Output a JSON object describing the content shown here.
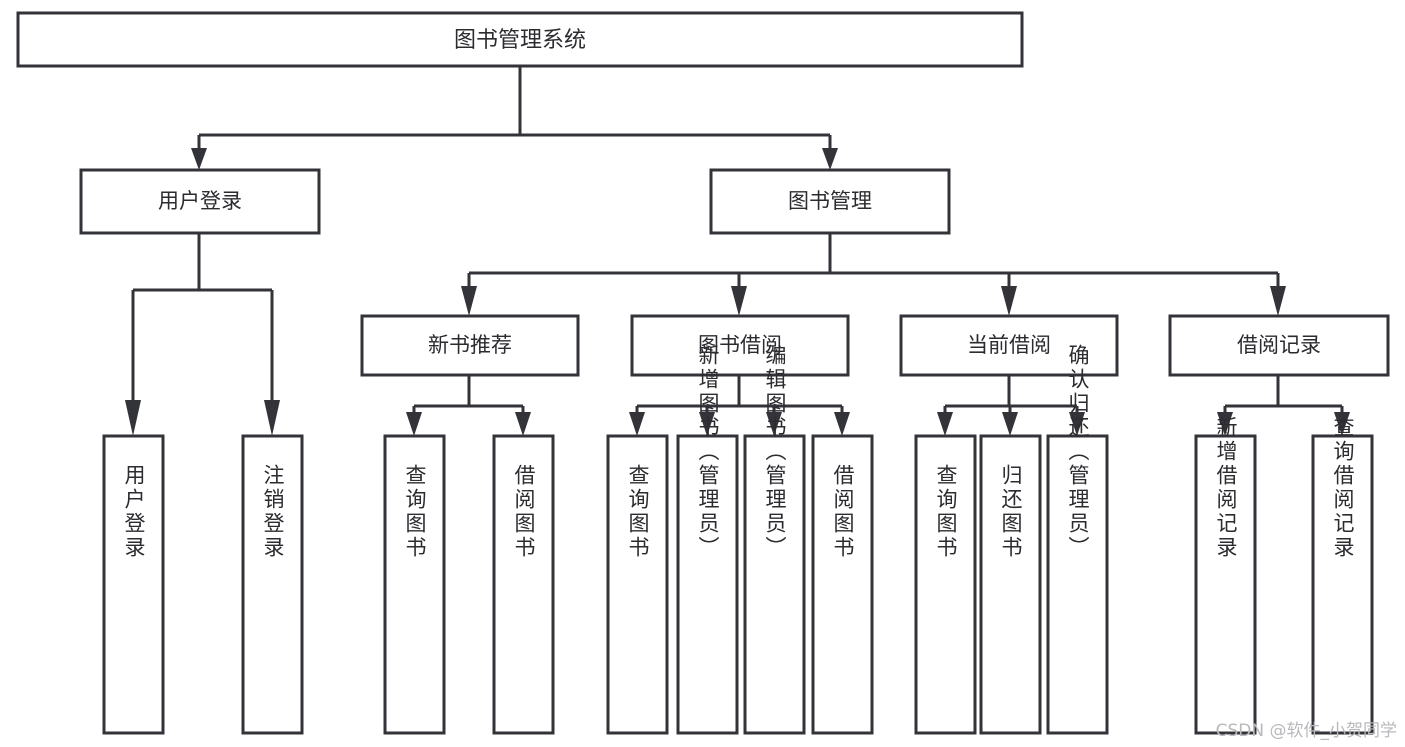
{
  "diagram": {
    "type": "tree-hierarchy",
    "title": "图书管理系统",
    "root": {
      "id": "root",
      "label": "图书管理系统",
      "orientation": "horizontal"
    },
    "level2": [
      {
        "id": "user-login",
        "label": "用户登录",
        "orientation": "horizontal"
      },
      {
        "id": "book-management",
        "label": "图书管理",
        "orientation": "horizontal"
      }
    ],
    "level3": [
      {
        "id": "new-book-recommend",
        "label": "新书推荐",
        "orientation": "horizontal",
        "parent": "book-management"
      },
      {
        "id": "book-borrow",
        "label": "图书借阅",
        "orientation": "horizontal",
        "parent": "book-management"
      },
      {
        "id": "current-borrow",
        "label": "当前借阅",
        "orientation": "horizontal",
        "parent": "book-management"
      },
      {
        "id": "borrow-record",
        "label": "借阅记录",
        "orientation": "horizontal",
        "parent": "book-management"
      }
    ],
    "leaves": [
      {
        "id": "leaf-user-login",
        "label": "用户登录",
        "orientation": "vertical",
        "parent": "user-login"
      },
      {
        "id": "leaf-user-logout",
        "label": "注销登录",
        "orientation": "vertical",
        "parent": "user-login"
      },
      {
        "id": "leaf-query-book-1",
        "label": "查询图书",
        "orientation": "vertical",
        "parent": "new-book-recommend"
      },
      {
        "id": "leaf-borrow-book-1",
        "label": "借阅图书",
        "orientation": "vertical",
        "parent": "new-book-recommend"
      },
      {
        "id": "leaf-query-book-2",
        "label": "查询图书",
        "orientation": "vertical",
        "parent": "book-borrow"
      },
      {
        "id": "leaf-add-book",
        "label": "新增图书（管理员）",
        "orientation": "vertical",
        "parent": "book-borrow"
      },
      {
        "id": "leaf-edit-book",
        "label": "编辑图书（管理员）",
        "orientation": "vertical",
        "parent": "book-borrow"
      },
      {
        "id": "leaf-borrow-book-2",
        "label": "借阅图书",
        "orientation": "vertical",
        "parent": "book-borrow"
      },
      {
        "id": "leaf-query-book-3",
        "label": "查询图书",
        "orientation": "vertical",
        "parent": "current-borrow"
      },
      {
        "id": "leaf-return-book",
        "label": "归还图书",
        "orientation": "vertical",
        "parent": "current-borrow"
      },
      {
        "id": "leaf-confirm-return",
        "label": "确认归还（管理员）",
        "orientation": "vertical",
        "parent": "current-borrow"
      },
      {
        "id": "leaf-add-record",
        "label": "新增借阅记录",
        "orientation": "vertical",
        "parent": "borrow-record"
      },
      {
        "id": "leaf-query-record",
        "label": "查询借阅记录",
        "orientation": "vertical",
        "parent": "borrow-record"
      }
    ],
    "colors": {
      "stroke": "#33333a",
      "fill": "#ffffff",
      "text": "#2b2b30",
      "background": "#ffffff",
      "watermark": "#b9b9bd"
    }
  },
  "watermark": {
    "text": "CSDN @软件_小贺同学"
  }
}
